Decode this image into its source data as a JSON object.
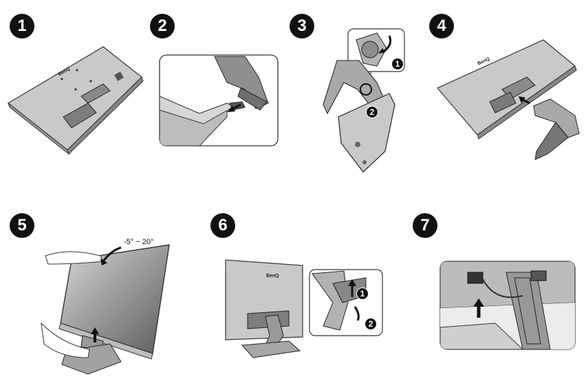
{
  "steps": [
    {
      "number": "1"
    },
    {
      "number": "2"
    },
    {
      "number": "3",
      "callouts": [
        "1",
        "2"
      ]
    },
    {
      "number": "4"
    },
    {
      "number": "5",
      "angle_label": "-5° ~ 20°"
    },
    {
      "number": "6",
      "callouts": [
        "1",
        "2"
      ]
    },
    {
      "number": "7"
    }
  ],
  "brand_logo": "BenQ"
}
